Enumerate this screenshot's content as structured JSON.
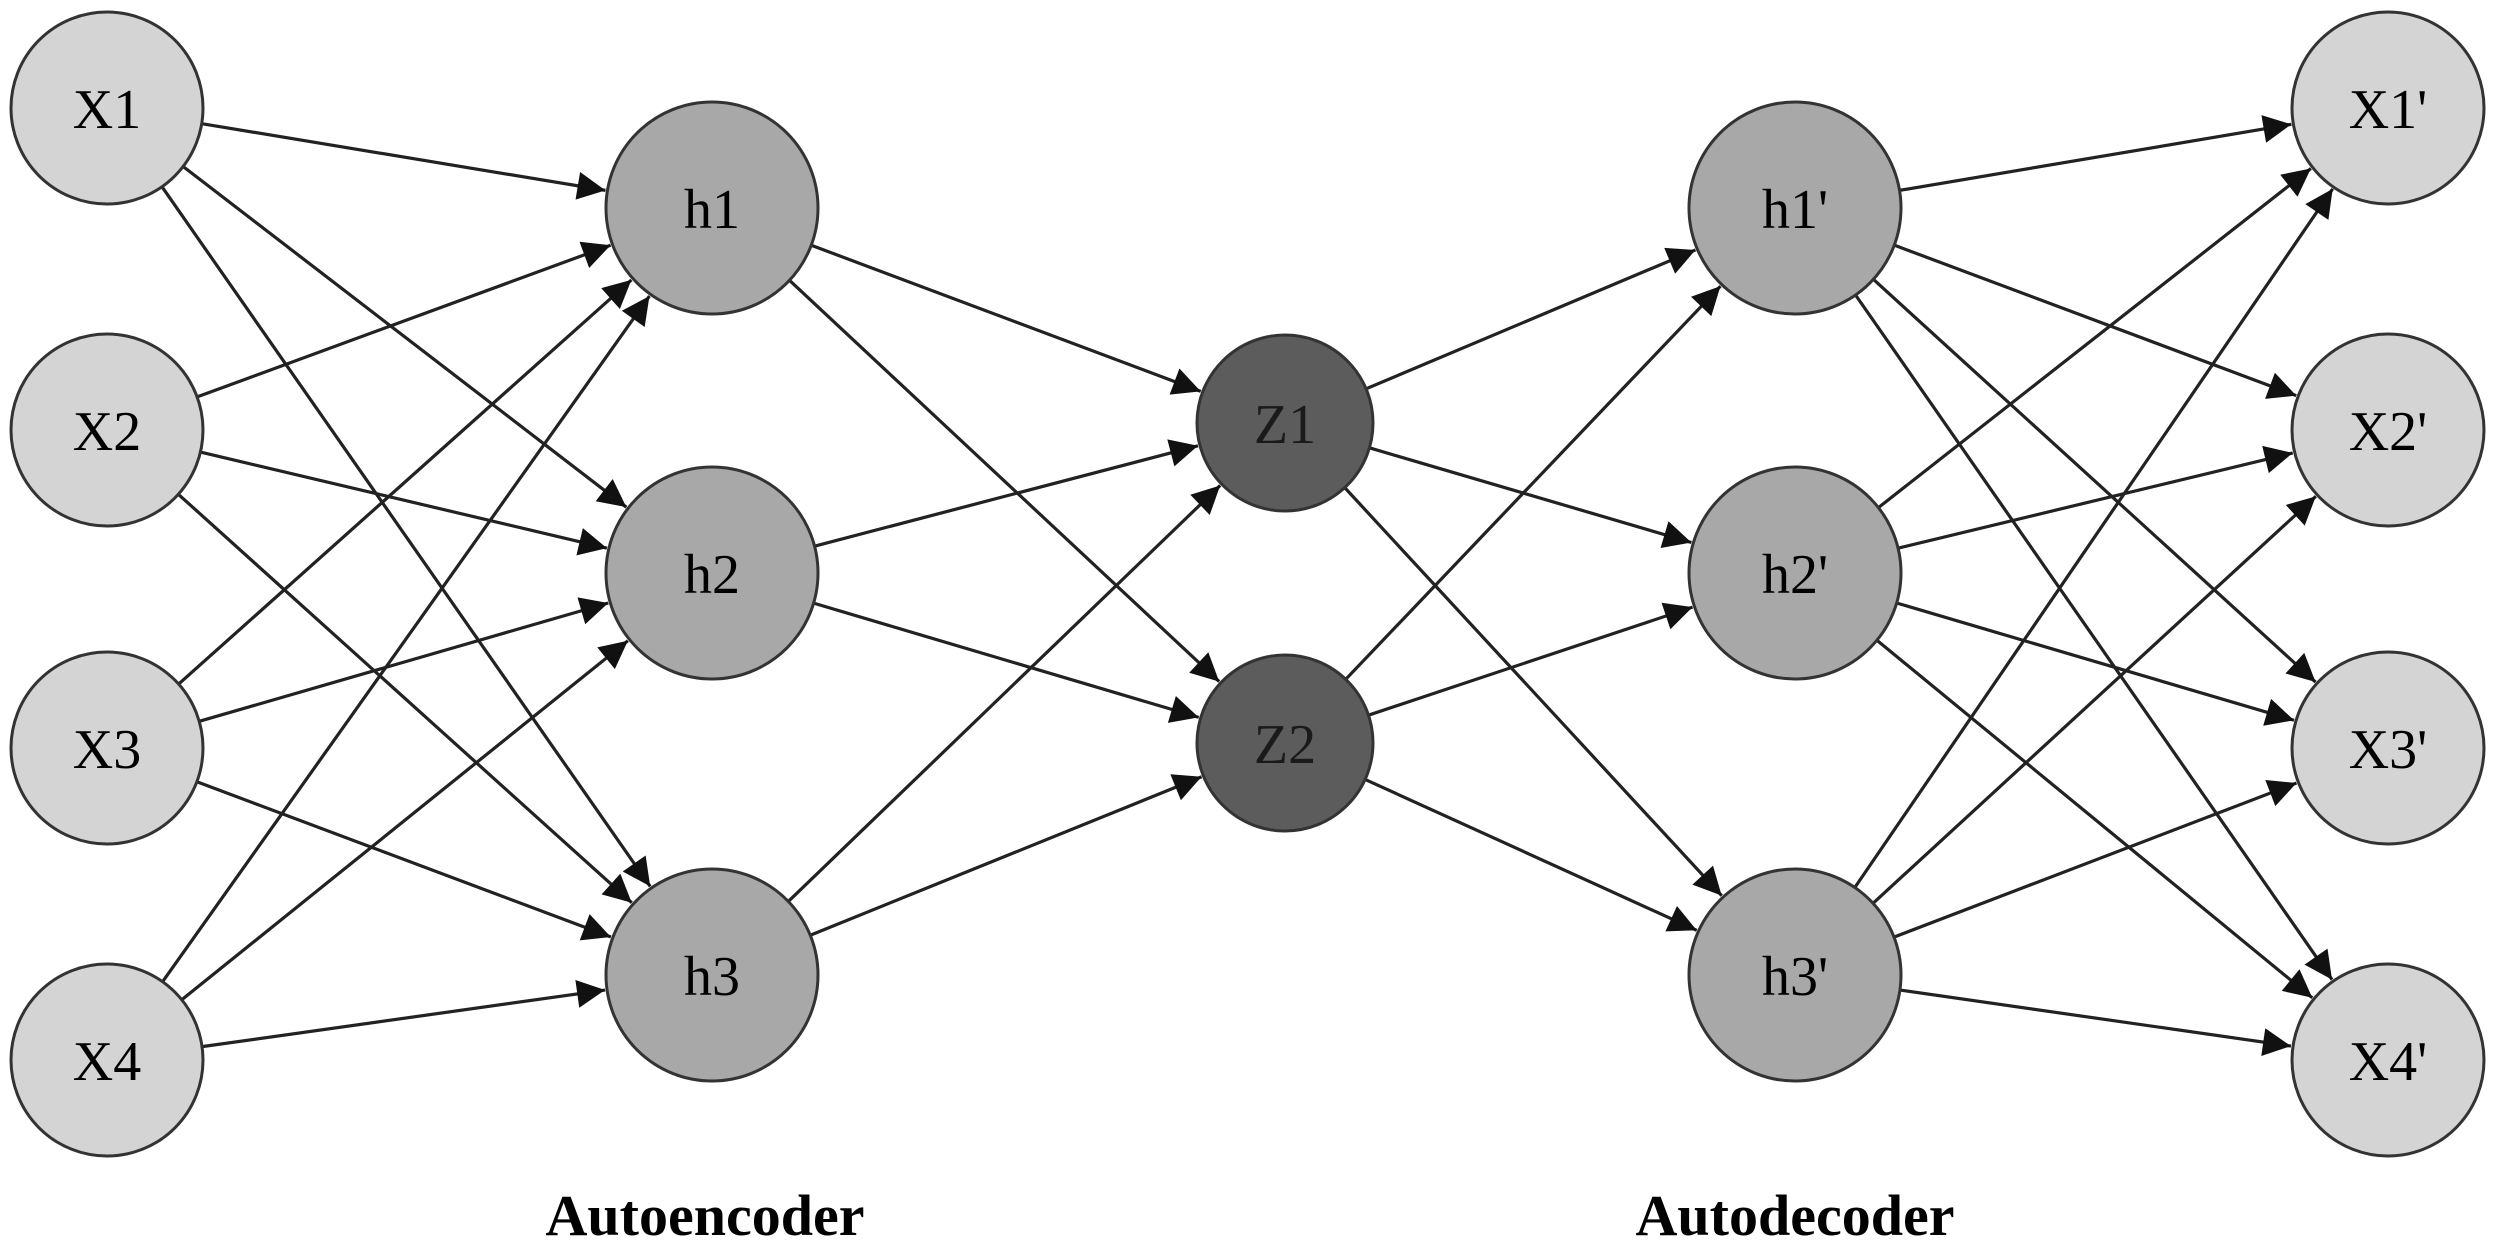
{
  "node_fills": {
    "input": "#d4d4d4",
    "hidden": "#a8a8a8",
    "latent": "#5c5c5c",
    "output": "#d4d4d4"
  },
  "stroke_color": "#222222",
  "layers": [
    {
      "id": "input",
      "nodes": [
        "X1",
        "X2",
        "X3",
        "X4"
      ]
    },
    {
      "id": "enc_hidden",
      "nodes": [
        "h1",
        "h2",
        "h3"
      ]
    },
    {
      "id": "latent",
      "nodes": [
        "Z1",
        "Z2"
      ]
    },
    {
      "id": "dec_hidden",
      "nodes": [
        "h1'",
        "h2'",
        "h3'"
      ]
    },
    {
      "id": "output",
      "nodes": [
        "X1'",
        "X2'",
        "X3'",
        "X4'"
      ]
    }
  ],
  "labels": {
    "encoder": "Autoencoder",
    "decoder": "Autodecoder"
  }
}
